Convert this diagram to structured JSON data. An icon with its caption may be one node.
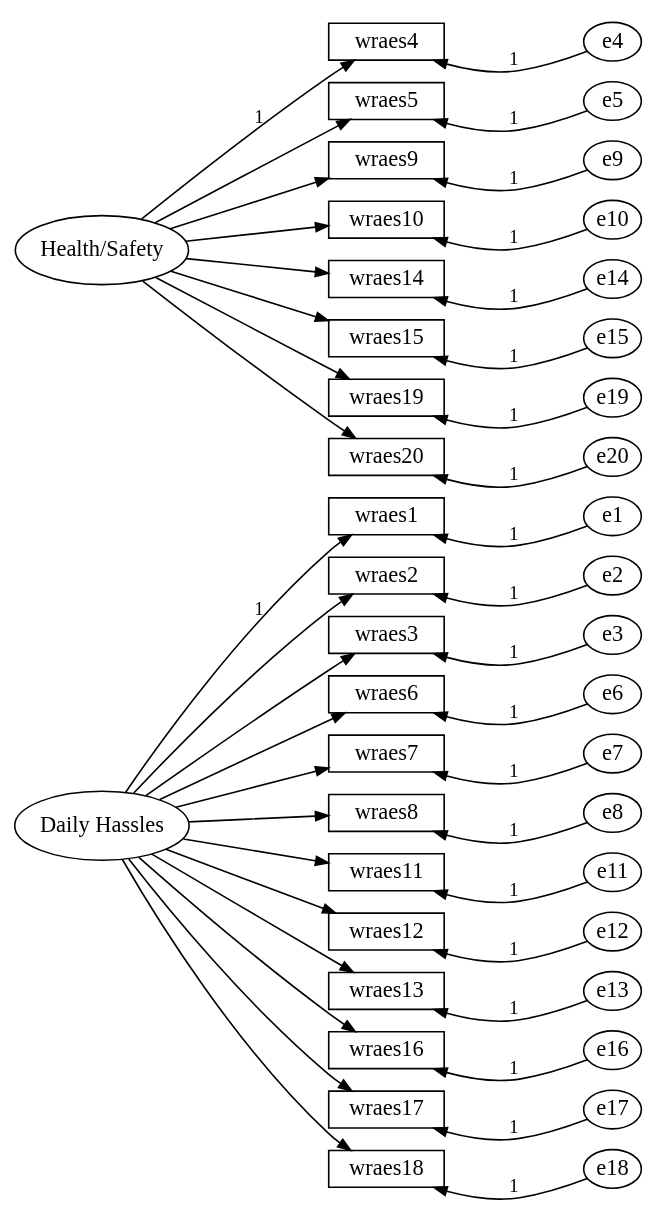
{
  "diagram": {
    "nodes": [
      {
        "text": [
          "Daily Hassles"
        ]
      },
      {
        "text": [
          "wraes1"
        ]
      },
      {
        "text": [
          "wraes2"
        ]
      },
      {
        "text": [
          "wraes3"
        ]
      },
      {
        "text": [
          "wraes6"
        ]
      },
      {
        "text": [
          "wraes7"
        ]
      },
      {
        "text": [
          "wraes8"
        ]
      },
      {
        "text": [
          "wraes11"
        ]
      },
      {
        "text": [
          "wraes12"
        ]
      },
      {
        "text": [
          "wraes13"
        ]
      },
      {
        "text": [
          "wraes16"
        ]
      },
      {
        "text": [
          "wraes17"
        ]
      },
      {
        "text": [
          "wraes18"
        ]
      },
      {
        "text": [
          "e1"
        ]
      },
      {
        "text": [
          "e2"
        ]
      },
      {
        "text": [
          "e3"
        ]
      },
      {
        "text": [
          "e6"
        ]
      },
      {
        "text": [
          "e7"
        ]
      },
      {
        "text": [
          "e8"
        ]
      },
      {
        "text": [
          "e11"
        ]
      },
      {
        "text": [
          "e12"
        ]
      },
      {
        "text": [
          "e13"
        ]
      },
      {
        "text": [
          "e16"
        ]
      },
      {
        "text": [
          "e17"
        ]
      },
      {
        "text": [
          "e18"
        ]
      },
      {
        "text": [
          "Health/Safety"
        ]
      },
      {
        "text": [
          "wraes4"
        ]
      },
      {
        "text": [
          "wraes5"
        ]
      },
      {
        "text": [
          "wraes9"
        ]
      },
      {
        "text": [
          "wraes10"
        ]
      },
      {
        "text": [
          "wraes14"
        ]
      },
      {
        "text": [
          "wraes15"
        ]
      },
      {
        "text": [
          "wraes19"
        ]
      },
      {
        "text": [
          "wraes20"
        ]
      },
      {
        "text": [
          "e4"
        ]
      },
      {
        "text": [
          "e5"
        ]
      },
      {
        "text": [
          "e9"
        ]
      },
      {
        "text": [
          "e10"
        ]
      },
      {
        "text": [
          "e14"
        ]
      },
      {
        "text": [
          "e15"
        ]
      },
      {
        "text": [
          "e19"
        ]
      },
      {
        "text": [
          "e20"
        ]
      }
    ],
    "edges": [
      {
        "from": 0,
        "to": 1,
        "arrow": "to",
        "label": "1"
      },
      {
        "from": 0,
        "to": 2,
        "arrow": "to"
      },
      {
        "from": 0,
        "to": 3,
        "arrow": "to"
      },
      {
        "from": 0,
        "to": 4,
        "arrow": "to"
      },
      {
        "from": 0,
        "to": 5,
        "arrow": "to"
      },
      {
        "from": 0,
        "to": 6,
        "arrow": "to"
      },
      {
        "from": 0,
        "to": 7,
        "arrow": "to"
      },
      {
        "from": 0,
        "to": 8,
        "arrow": "to"
      },
      {
        "from": 0,
        "to": 9,
        "arrow": "to"
      },
      {
        "from": 0,
        "to": 10,
        "arrow": "to"
      },
      {
        "from": 0,
        "to": 11,
        "arrow": "to"
      },
      {
        "from": 0,
        "to": 12,
        "arrow": "to"
      },
      {
        "from": 13,
        "to": 1,
        "arrow": "to",
        "label": "1"
      },
      {
        "from": 14,
        "to": 2,
        "arrow": "to",
        "label": "1"
      },
      {
        "from": 15,
        "to": 3,
        "arrow": "to",
        "label": "1"
      },
      {
        "from": 16,
        "to": 4,
        "arrow": "to",
        "label": "1"
      },
      {
        "from": 17,
        "to": 5,
        "arrow": "to",
        "label": "1"
      },
      {
        "from": 18,
        "to": 6,
        "arrow": "to",
        "label": "1"
      },
      {
        "from": 19,
        "to": 7,
        "arrow": "to",
        "label": "1"
      },
      {
        "from": 20,
        "to": 8,
        "arrow": "to",
        "label": "1"
      },
      {
        "from": 21,
        "to": 9,
        "arrow": "to",
        "label": "1"
      },
      {
        "from": 22,
        "to": 10,
        "arrow": "to",
        "label": "1"
      },
      {
        "from": 23,
        "to": 11,
        "arrow": "to",
        "label": "1"
      },
      {
        "from": 24,
        "to": 12,
        "arrow": "to",
        "label": "1"
      },
      {
        "from": 25,
        "to": 26,
        "arrow": "to",
        "label": "1"
      },
      {
        "from": 25,
        "to": 27,
        "arrow": "to"
      },
      {
        "from": 25,
        "to": 28,
        "arrow": "to"
      },
      {
        "from": 25,
        "to": 29,
        "arrow": "to"
      },
      {
        "from": 25,
        "to": 30,
        "arrow": "to"
      },
      {
        "from": 25,
        "to": 31,
        "arrow": "to"
      },
      {
        "from": 25,
        "to": 32,
        "arrow": "to"
      },
      {
        "from": 25,
        "to": 33,
        "arrow": "to"
      },
      {
        "from": 34,
        "to": 26,
        "arrow": "to",
        "label": "1"
      },
      {
        "from": 35,
        "to": 27,
        "arrow": "to",
        "label": "1"
      },
      {
        "from": 36,
        "to": 28,
        "arrow": "to",
        "label": "1"
      },
      {
        "from": 37,
        "to": 29,
        "arrow": "to",
        "label": "1"
      },
      {
        "from": 38,
        "to": 30,
        "arrow": "to",
        "label": "1"
      },
      {
        "from": 39,
        "to": 31,
        "arrow": "to",
        "label": "1"
      },
      {
        "from": 40,
        "to": 32,
        "arrow": "to",
        "label": "1"
      },
      {
        "from": 41,
        "to": 33,
        "arrow": "to",
        "label": "1"
      }
    ]
  }
}
